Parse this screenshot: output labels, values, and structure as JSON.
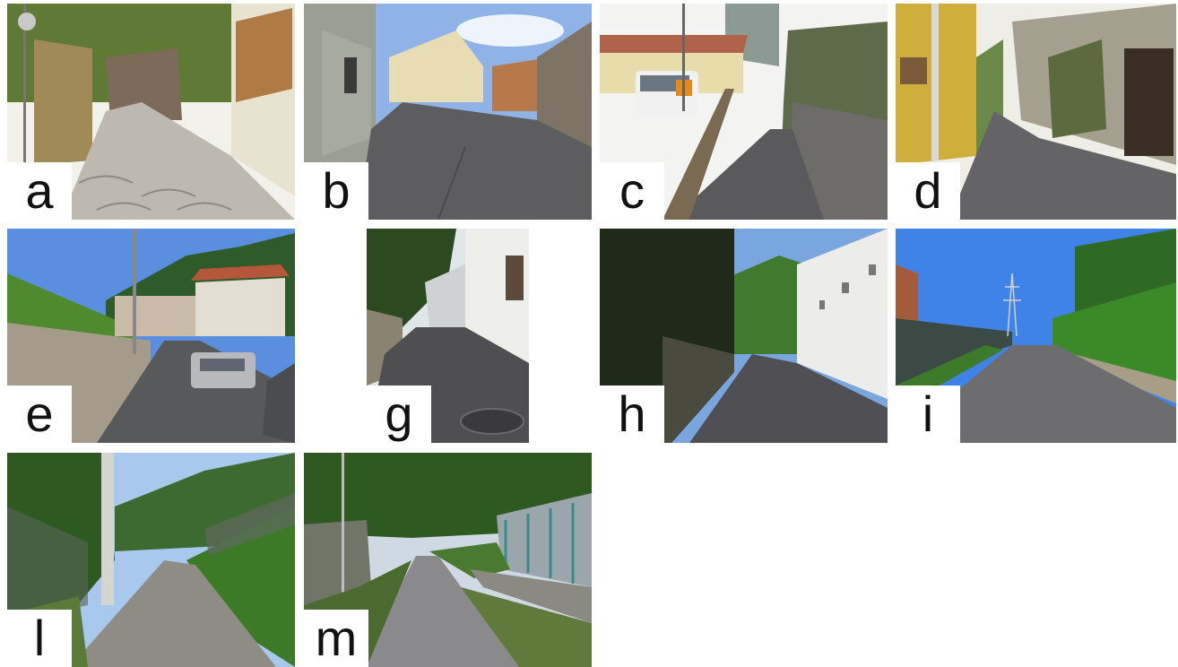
{
  "panels": [
    {
      "id": "a",
      "label": "a",
      "sky": "#f2f2ea",
      "road": "#b9b6ad",
      "accent": "#6f7a3c"
    },
    {
      "id": "b",
      "label": "b",
      "sky": "#8fb3e6",
      "road": "#5c5c5c",
      "accent": "#8b8577"
    },
    {
      "id": "c",
      "label": "c",
      "sky": "#f3f3f1",
      "road": "#5a5a5c",
      "accent": "#4b6b2a"
    },
    {
      "id": "d",
      "label": "d",
      "sky": "#eeeee6",
      "road": "#636366",
      "accent": "#cfae3c"
    },
    {
      "id": "e",
      "label": "e",
      "sky": "#5a8fe0",
      "road": "#595a5c",
      "accent": "#2f5a2a"
    },
    {
      "id": "g",
      "label": "g",
      "sky": "#dfe6e8",
      "road": "#4e4e50",
      "accent": "#2c4a20"
    },
    {
      "id": "h",
      "label": "h",
      "sky": "#7aa6e0",
      "road": "#525256",
      "accent": "#1f2a18"
    },
    {
      "id": "i",
      "label": "i",
      "sky": "#3f83e8",
      "road": "#6d6d6f",
      "accent": "#3a7a2a"
    },
    {
      "id": "l",
      "label": "l",
      "sky": "#a9c8ee",
      "road": "#8f8c86",
      "accent": "#3d7a26"
    },
    {
      "id": "m",
      "label": "m",
      "sky": "#cfd9e3",
      "road": "#8a8a8c",
      "accent": "#2e5a22"
    }
  ]
}
